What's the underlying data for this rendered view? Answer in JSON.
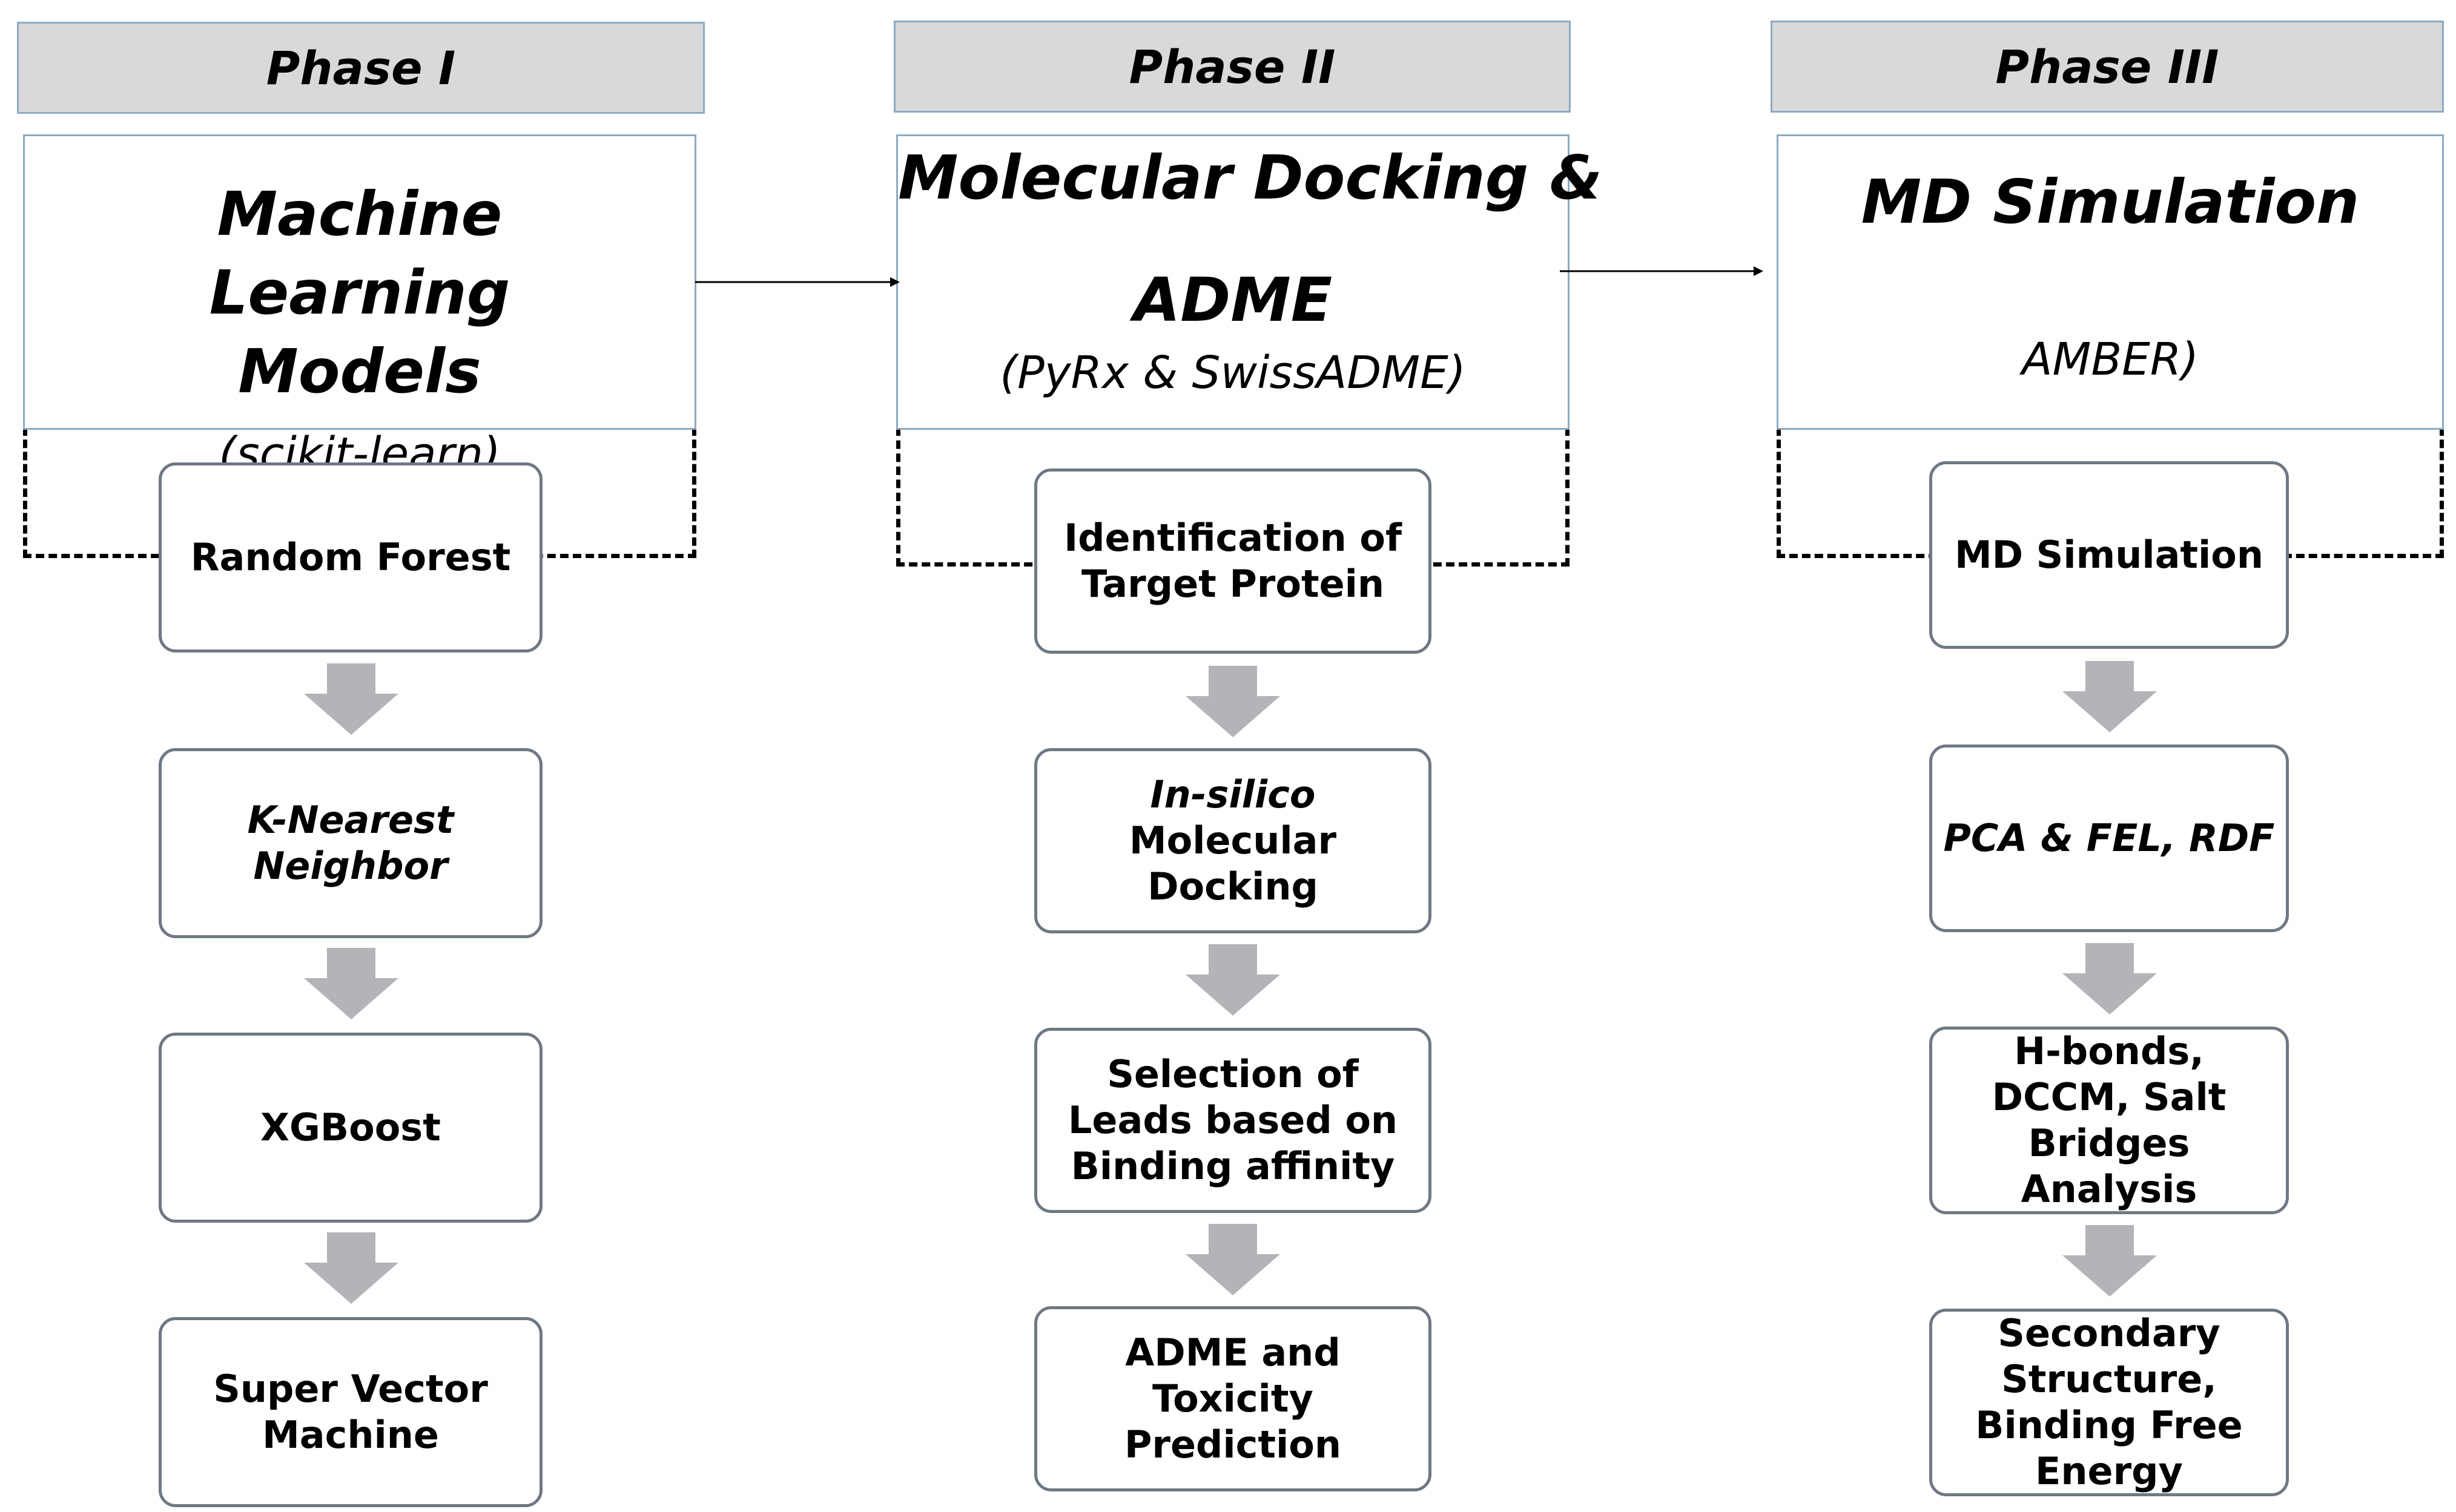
{
  "phases": [
    {
      "header": "Phase I",
      "title": "Machine Learning Models",
      "subtitle": "(scikit-learn)",
      "steps": [
        "Random Forest",
        "K-Nearest Neighbor",
        "XGBoost",
        "Super Vector Machine"
      ]
    },
    {
      "header": "Phase II",
      "title_line1": "Molecular Docking &",
      "title_line2": "ADME",
      "subtitle": "(PyRx & SwissADME)",
      "steps": [
        "Identification of Target Protein",
        "In-silico Molecular Docking",
        "Selection of Leads based on Binding affinity",
        "ADME and Toxicity Prediction"
      ],
      "step2_italic": "In-silico",
      "step2_rest": "Molecular Docking"
    },
    {
      "header": "Phase III",
      "title": "MD Simulation",
      "subtitle": "AMBER)",
      "steps": [
        "MD Simulation",
        "PCA & FEL, RDF",
        "H-bonds, DCCM, Salt Bridges Analysis",
        "Secondary Structure, Binding Free Energy"
      ]
    }
  ],
  "colors": {
    "header_bg": "#d9d9d9",
    "border": "#8ea9c1",
    "step_border": "#707784",
    "arrow": "#b3b3b8"
  },
  "icons": {
    "down_arrow": "down-arrow-icon",
    "right_arrow": "right-arrow-icon"
  }
}
